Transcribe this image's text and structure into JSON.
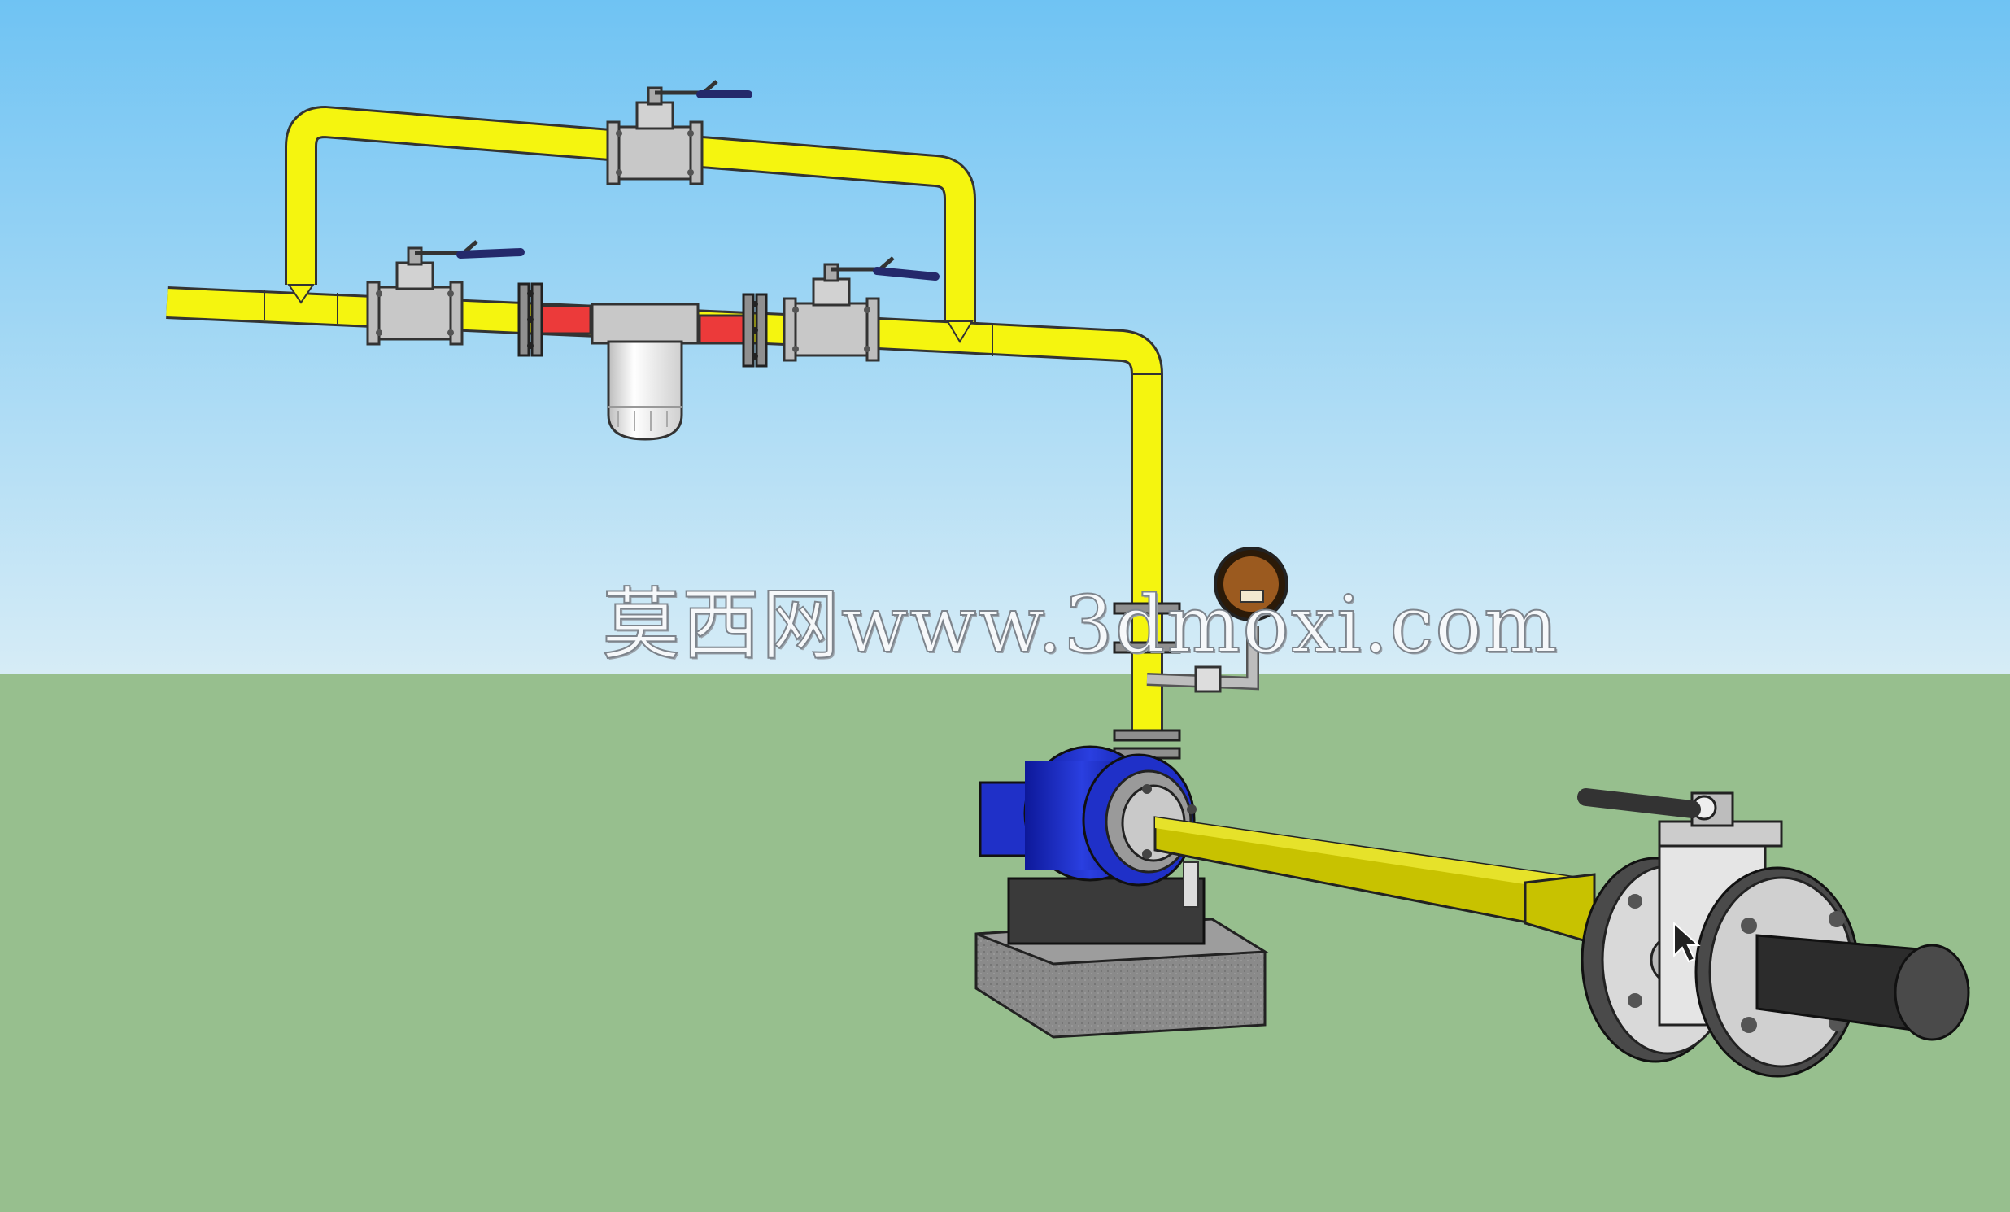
{
  "scene": {
    "watermark_text": "莫西网www.3dmoxi.com",
    "sky_color_top": "#6fc3f3",
    "sky_color_bottom": "#d6ecf6",
    "ground_color": "#97bf8e",
    "pipe_color": "#f5f50f",
    "pipe_dark_color": "#a7a200",
    "spool_color": "#ec3a3a",
    "motor_color": "#1f30c8",
    "handle_color": "#24296b"
  },
  "components": [
    {
      "name": "bypass-ball-valve-top"
    },
    {
      "name": "inlet-ball-valve"
    },
    {
      "name": "outlet-ball-valve"
    },
    {
      "name": "strainer-filter"
    },
    {
      "name": "pressure-gauge"
    },
    {
      "name": "centrifugal-pump"
    },
    {
      "name": "concrete-base"
    },
    {
      "name": "gate-valve-flanged"
    }
  ]
}
